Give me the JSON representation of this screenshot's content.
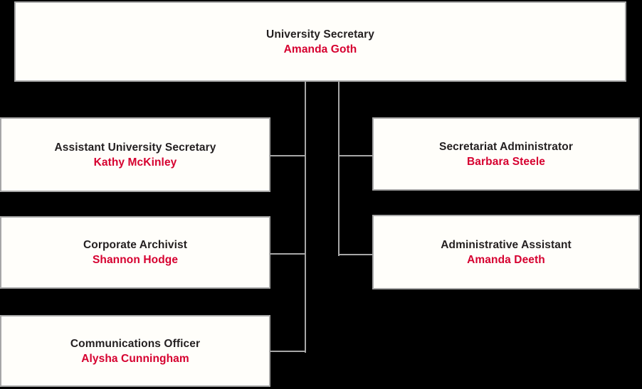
{
  "org": {
    "root": {
      "title": "University Secretary",
      "name": "Amanda Goth"
    },
    "left": [
      {
        "title": "Assistant University Secretary",
        "name": "Kathy McKinley"
      },
      {
        "title": "Corporate Archivist",
        "name": "Shannon Hodge"
      },
      {
        "title": "Communications Officer",
        "name": "Alysha Cunningham"
      }
    ],
    "right": [
      {
        "title": "Secretariat Administrator",
        "name": "Barbara Steele"
      },
      {
        "title": "Administrative Assistant",
        "name": "Amanda Deeth"
      }
    ]
  },
  "colors": {
    "background": "#000000",
    "box_fill": "#fffefa",
    "box_border": "#a7a7a7",
    "connector": "#a7a7a7",
    "title_text": "#231f20",
    "name_text": "#d6002f"
  }
}
